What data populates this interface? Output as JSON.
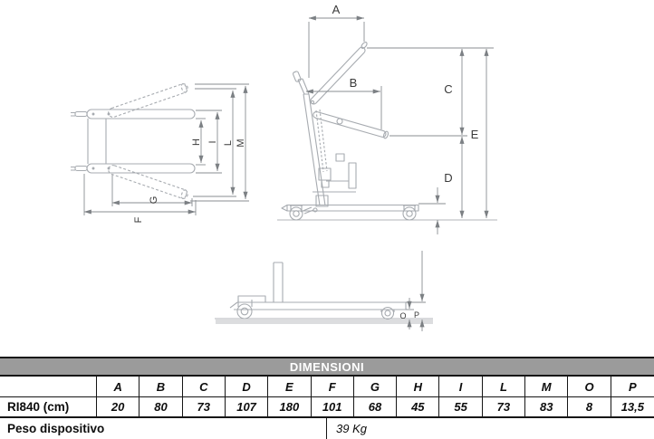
{
  "drawing": {
    "line_color": "#a7abb0",
    "dim_line_color": "#8a8e92",
    "label_color": "#3a3a3a",
    "side_view": {
      "dim_a": "A",
      "dim_b": "B",
      "dim_c": "C",
      "dim_d": "D",
      "dim_e": "E"
    },
    "top_view": {
      "dim_f": "F",
      "dim_g": "G",
      "dim_h": "H",
      "dim_i": "I",
      "dim_l": "L",
      "dim_m": "M"
    },
    "base_view": {
      "dim_o": "O",
      "dim_p": "P"
    }
  },
  "table": {
    "title": "DIMENSIONI",
    "header_bg": "#9b9b9b",
    "header_text_color": "#ffffff",
    "row_header": "RI840 (cm)",
    "columns": [
      "A",
      "B",
      "C",
      "D",
      "E",
      "F",
      "G",
      "H",
      "I",
      "L",
      "M",
      "O",
      "P"
    ],
    "values": [
      "20",
      "80",
      "73",
      "107",
      "180",
      "101",
      "68",
      "45",
      "55",
      "73",
      "83",
      "8",
      "13,5"
    ],
    "weight_label": "Peso dispositivo",
    "weight_value": "39 Kg"
  }
}
